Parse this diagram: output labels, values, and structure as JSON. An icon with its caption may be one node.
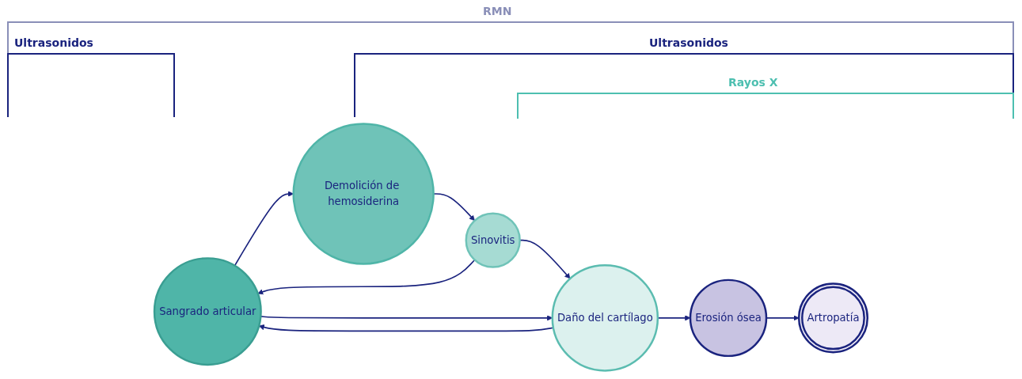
{
  "diagram": {
    "nodes": [
      {
        "text": [
          "Sangrado articular"
        ]
      },
      {
        "text": [
          "Demolición de hemosiderina"
        ]
      },
      {
        "text": [
          "Sinovitis"
        ]
      },
      {
        "text": [
          "Daño del cartílago"
        ]
      },
      {
        "text": [
          "Erosión ósea"
        ]
      },
      {
        "text": [
          "Artropatía"
        ]
      }
    ],
    "edges": [
      {
        "from": 0,
        "to": 1,
        "arrow": "to"
      },
      {
        "from": 1,
        "to": 2,
        "arrow": "to"
      },
      {
        "from": 2,
        "to": 3,
        "arrow": "to"
      },
      {
        "from": 3,
        "to": 4,
        "arrow": "to"
      },
      {
        "from": 4,
        "to": 5,
        "arrow": "to"
      },
      {
        "from": 2,
        "to": 0,
        "arrow": "to"
      },
      {
        "from": 3,
        "to": 0,
        "arrow": "to"
      },
      {
        "from": 0,
        "to": 3,
        "arrow": "to"
      }
    ],
    "labels": [
      "RMN",
      "Ultrasonidos",
      "Ultrasonidos",
      "Rayos X"
    ]
  }
}
